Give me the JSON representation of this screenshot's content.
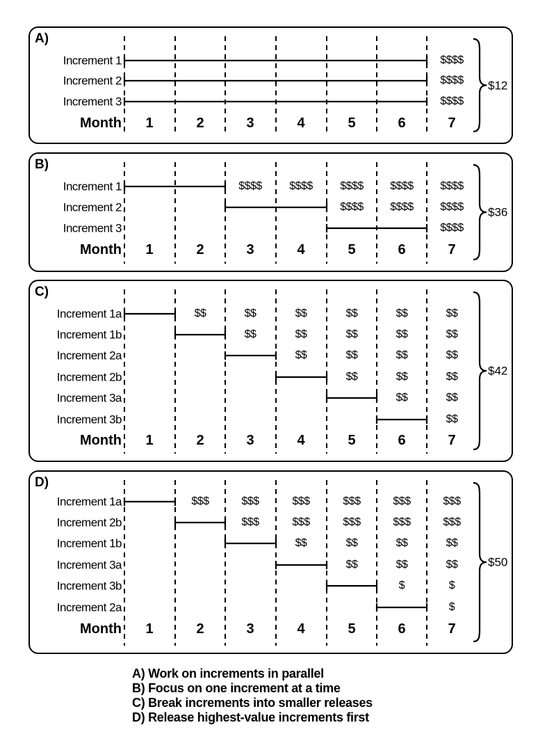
{
  "month_label": "Month",
  "months": [
    "1",
    "2",
    "3",
    "4",
    "5",
    "6",
    "7"
  ],
  "panels": [
    {
      "letter": "A)",
      "total": "$12",
      "rows": [
        {
          "label": "Increment 1",
          "start": 0,
          "end": 6,
          "cells": [
            "",
            "",
            "",
            "",
            "",
            "",
            "$$$$"
          ]
        },
        {
          "label": "Increment 2",
          "start": 0,
          "end": 6,
          "cells": [
            "",
            "",
            "",
            "",
            "",
            "",
            "$$$$"
          ]
        },
        {
          "label": "Increment 3",
          "start": 0,
          "end": 6,
          "cells": [
            "",
            "",
            "",
            "",
            "",
            "",
            "$$$$"
          ]
        }
      ]
    },
    {
      "letter": "B)",
      "total": "$36",
      "rows": [
        {
          "label": "Increment 1",
          "start": 0,
          "end": 2,
          "cells": [
            "",
            "",
            "$$$$",
            "$$$$",
            "$$$$",
            "$$$$",
            "$$$$"
          ]
        },
        {
          "label": "Increment 2",
          "start": 2,
          "end": 4,
          "cells": [
            "",
            "",
            "",
            "",
            "$$$$",
            "$$$$",
            "$$$$"
          ]
        },
        {
          "label": "Increment 3",
          "start": 4,
          "end": 6,
          "cells": [
            "",
            "",
            "",
            "",
            "",
            "",
            "$$$$"
          ]
        }
      ]
    },
    {
      "letter": "C)",
      "total": "$42",
      "rows": [
        {
          "label": "Increment 1a",
          "start": 0,
          "end": 1,
          "cells": [
            "",
            "$$",
            "$$",
            "$$",
            "$$",
            "$$",
            "$$"
          ]
        },
        {
          "label": "Increment 1b",
          "start": 1,
          "end": 2,
          "cells": [
            "",
            "",
            "$$",
            "$$",
            "$$",
            "$$",
            "$$"
          ]
        },
        {
          "label": "Increment 2a",
          "start": 2,
          "end": 3,
          "cells": [
            "",
            "",
            "",
            "$$",
            "$$",
            "$$",
            "$$"
          ]
        },
        {
          "label": "Increment 2b",
          "start": 3,
          "end": 4,
          "cells": [
            "",
            "",
            "",
            "",
            "$$",
            "$$",
            "$$"
          ]
        },
        {
          "label": "Increment 3a",
          "start": 4,
          "end": 5,
          "cells": [
            "",
            "",
            "",
            "",
            "",
            "$$",
            "$$"
          ]
        },
        {
          "label": "Increment 3b",
          "start": 5,
          "end": 6,
          "cells": [
            "",
            "",
            "",
            "",
            "",
            "",
            "$$"
          ]
        }
      ]
    },
    {
      "letter": "D)",
      "total": "$50",
      "rows": [
        {
          "label": "Increment 1a",
          "start": 0,
          "end": 1,
          "cells": [
            "",
            "$$$",
            "$$$",
            "$$$",
            "$$$",
            "$$$",
            "$$$"
          ]
        },
        {
          "label": "Increment 2b",
          "start": 1,
          "end": 2,
          "cells": [
            "",
            "",
            "$$$",
            "$$$",
            "$$$",
            "$$$",
            "$$$"
          ]
        },
        {
          "label": "Increment 1b",
          "start": 2,
          "end": 3,
          "cells": [
            "",
            "",
            "",
            "$$",
            "$$",
            "$$",
            "$$"
          ]
        },
        {
          "label": "Increment 3a",
          "start": 3,
          "end": 4,
          "cells": [
            "",
            "",
            "",
            "",
            "$$",
            "$$",
            "$$"
          ]
        },
        {
          "label": "Increment 3b",
          "start": 4,
          "end": 5,
          "cells": [
            "",
            "",
            "",
            "",
            "",
            "$",
            "$"
          ]
        },
        {
          "label": "Increment 2a",
          "start": 5,
          "end": 6,
          "cells": [
            "",
            "",
            "",
            "",
            "",
            "",
            "$"
          ]
        }
      ]
    }
  ],
  "caption": [
    "A) Work on increments in parallel",
    "B) Focus on one increment at a time",
    "C) Break increments into smaller releases",
    "D) Release highest-value increments first"
  ]
}
